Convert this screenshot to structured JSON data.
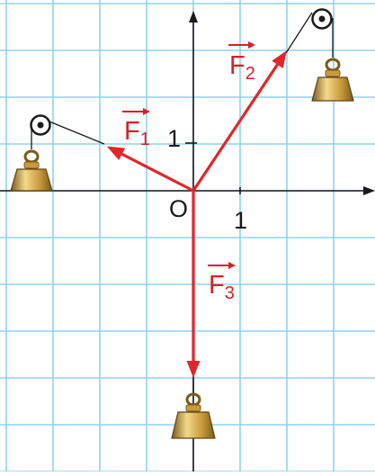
{
  "colors": {
    "grid": "#8ed3ee",
    "grid_bg": "#ffffff",
    "axis": "#1a1a1a",
    "vector": "#e0262b",
    "vector_label": "#d6202a",
    "rope": "#1a1a1a",
    "weight_light": "#f3d98a",
    "weight_mid": "#c99a3a",
    "weight_dark": "#7a5a1c"
  },
  "axes": {
    "origin_label": "O",
    "x_unit_label": "1",
    "y_unit_label": "1"
  },
  "vectors": [
    {
      "id": "F1",
      "letter": "F",
      "subscript": "1",
      "dx": -1.85,
      "dy": 0.95
    },
    {
      "id": "F2",
      "letter": "F",
      "subscript": "2",
      "dx": 2.0,
      "dy": 3.0
    },
    {
      "id": "F3",
      "letter": "F",
      "subscript": "3",
      "dx": 0.0,
      "dy": -4.0
    }
  ],
  "icons": [
    "pulley-icon",
    "weight-icon"
  ]
}
